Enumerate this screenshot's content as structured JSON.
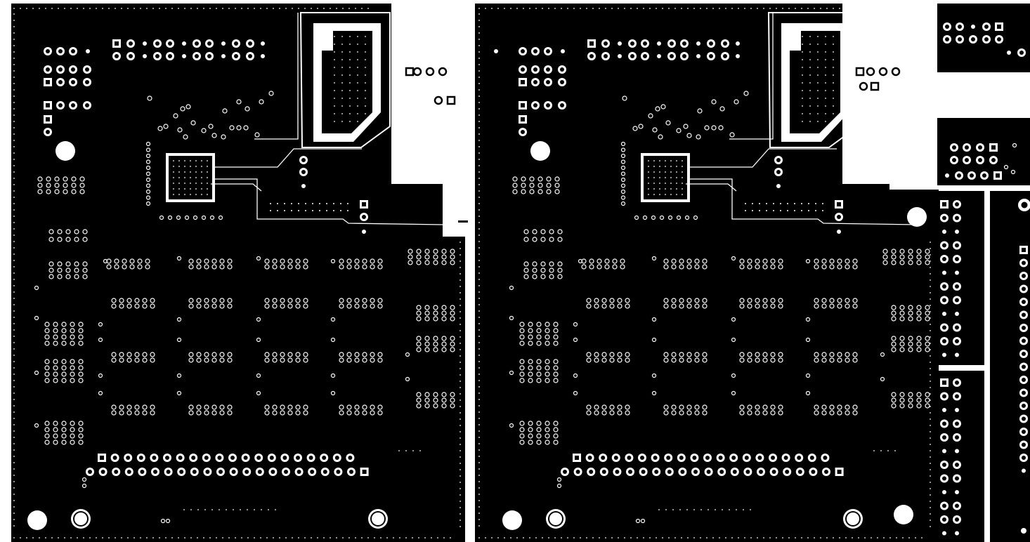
{
  "canvas": {
    "background": "#ffffff",
    "copper_fill": "#000000",
    "pad_color": "#ffffff"
  },
  "panels": [
    {
      "name": "left-board-panel",
      "variant": "left"
    },
    {
      "name": "middle-board-panel",
      "variant": "middle"
    }
  ],
  "side_panel": {
    "name": "right-connector-panel"
  }
}
